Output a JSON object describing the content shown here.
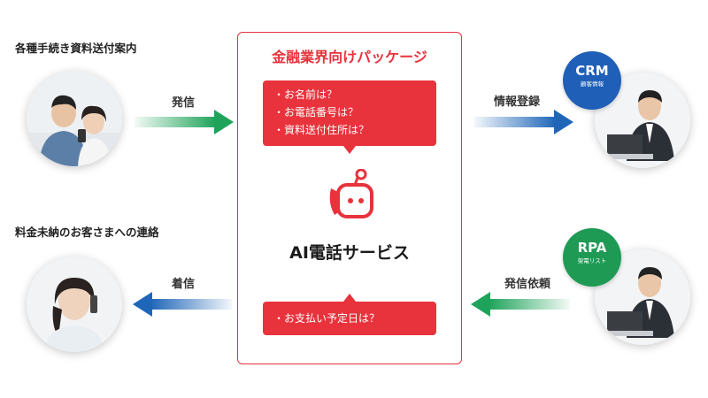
{
  "colors": {
    "accent_red": "#e8323c",
    "green": "#1fa35a",
    "blue": "#1f66b8",
    "crm_blue": "#1f5fb8",
    "rpa_green": "#1e9a55"
  },
  "left": {
    "top_caption": "各種手続き資料送付案内",
    "bottom_caption": "料金未納のお客さまへの連絡"
  },
  "arrows": {
    "outgoing_call": "発信",
    "incoming_call": "着信",
    "info_register": "情報登録",
    "call_request": "発信依頼"
  },
  "panel": {
    "title": "金融業界向けパッケージ",
    "questions": [
      "・お名前は？",
      "・お電話番号は？",
      "・資料送付住所は？"
    ],
    "bottom_question": "・お支払い予定日は？",
    "service_name": "AI電話サービス"
  },
  "right": {
    "crm": {
      "title": "CRM",
      "subtitle": "顧客情報"
    },
    "rpa": {
      "title": "RPA",
      "subtitle": "架電リスト"
    }
  },
  "icons": {
    "robot": "robot-phone-icon",
    "arrow_right": "arrow-right-icon",
    "arrow_left": "arrow-left-icon"
  }
}
